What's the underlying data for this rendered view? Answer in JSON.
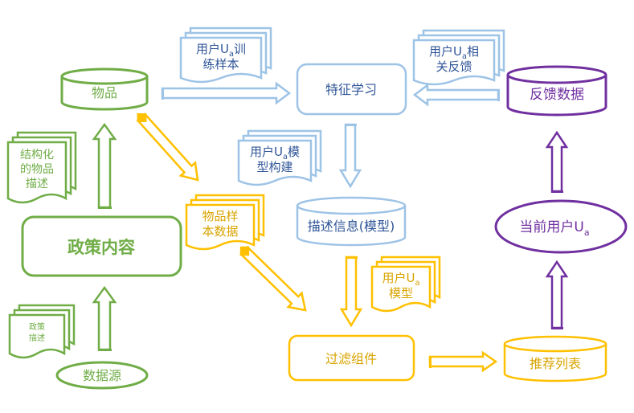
{
  "colors": {
    "green": "#70ad47",
    "blue": "#9dc3e6",
    "blue_text": "#2f5597",
    "yellow": "#ffc000",
    "yellow_text": "#d9a400",
    "purple": "#7030a0"
  },
  "nodes": {
    "items": "物品",
    "feature_learning": "特征学习",
    "feedback_data": "反馈数据",
    "policy_content": "政策内容",
    "description_model": "描述信息(模型)",
    "current_user": "当前用户U",
    "current_user_sub": "a",
    "filter_component": "过滤组件",
    "recommend_list": "推荐列表",
    "data_source": "数据源"
  },
  "documents": {
    "train_samples": {
      "line1a": "用户U",
      "sub": "a",
      "line1b": "训",
      "line2": "练样本"
    },
    "related_feedback": {
      "line1a": "用户U",
      "sub": "a",
      "line1b": "相",
      "line2": "关反馈"
    },
    "model_build": {
      "line1a": "用户U",
      "sub": "a",
      "line1b": "模",
      "line2": "型构建"
    },
    "structured_desc": {
      "line1": "结构化",
      "line2": "的物品",
      "line3": "描述"
    },
    "item_samples": {
      "line1": "物品样",
      "line2": "本数据"
    },
    "user_model": {
      "line1a": "用户U",
      "sub": "a",
      "line2": "模型"
    },
    "policy_desc": {
      "line1": "政策",
      "line2": "描述"
    }
  }
}
